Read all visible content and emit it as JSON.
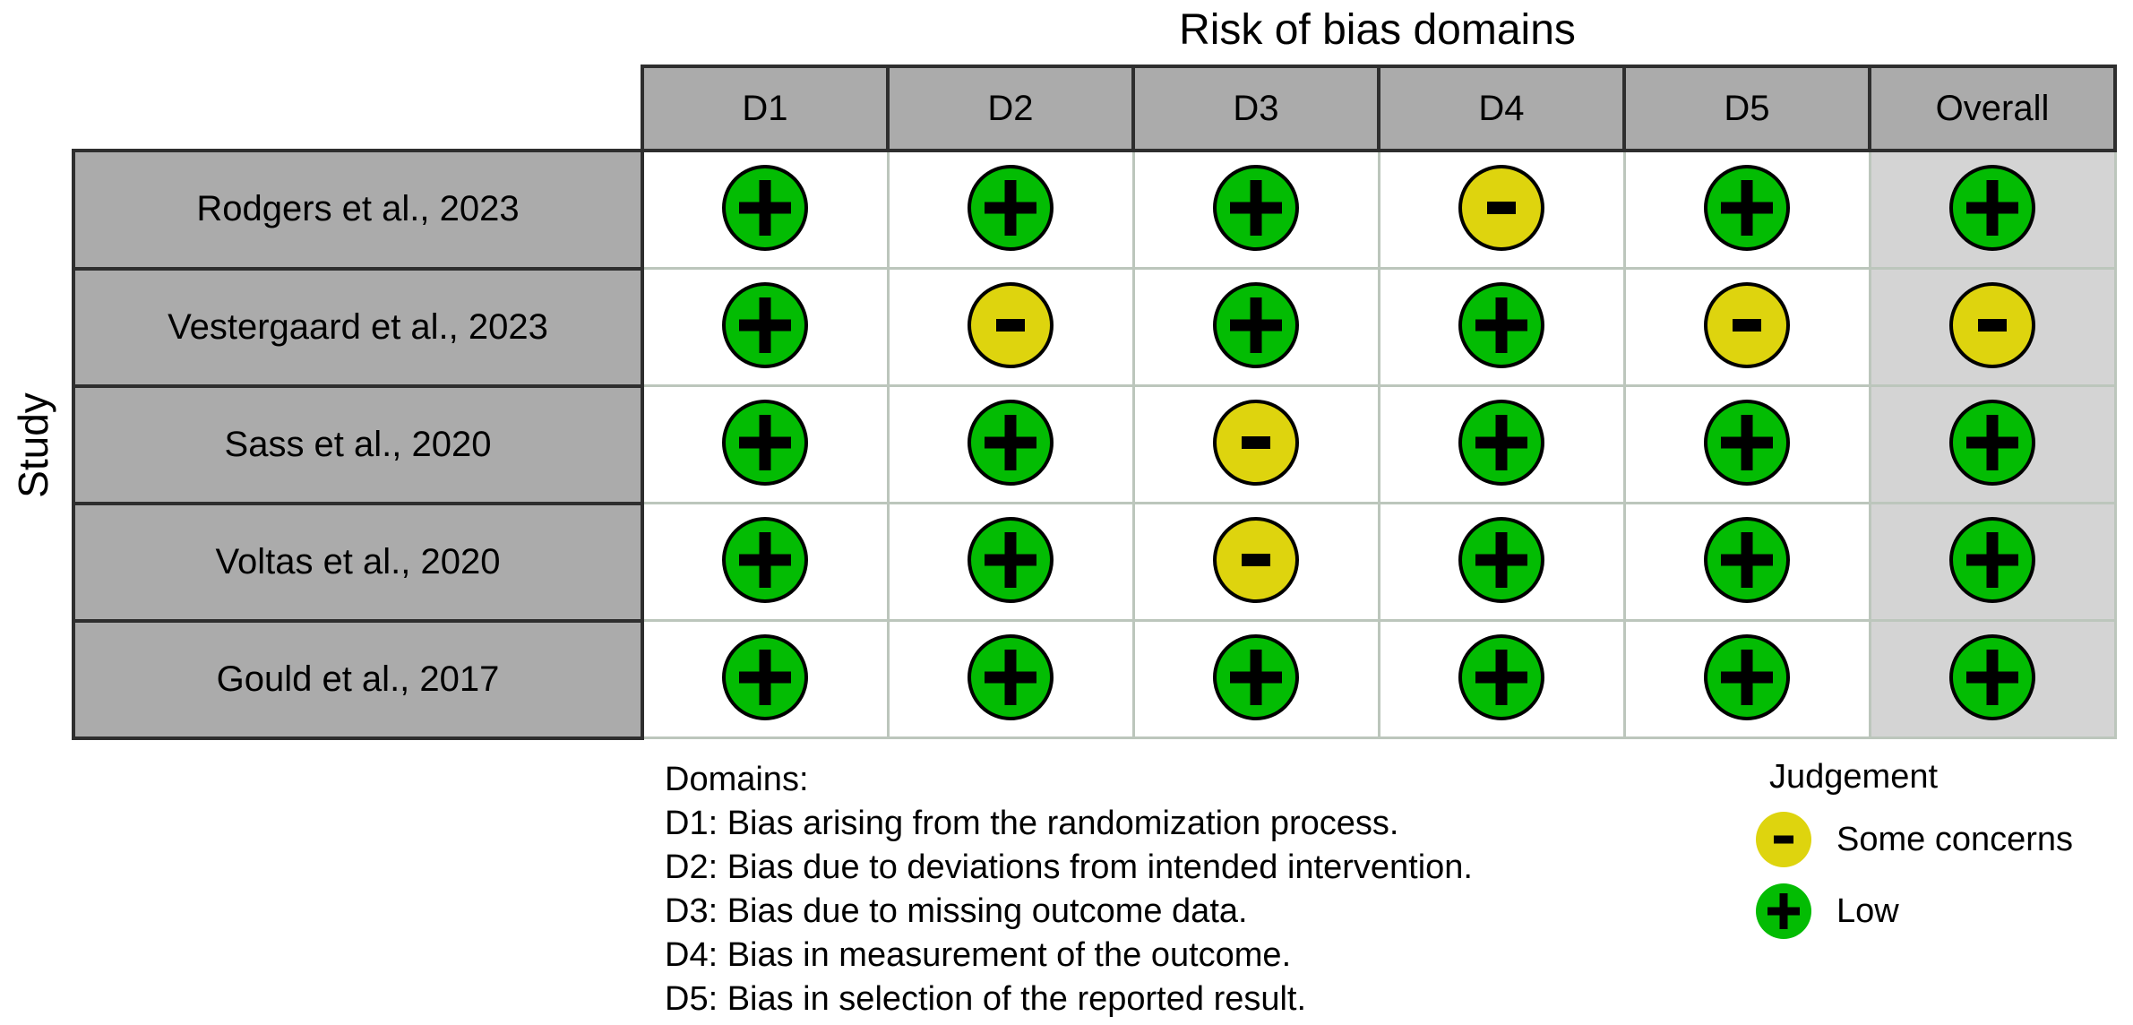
{
  "title": "Risk of bias domains",
  "y_axis_label": "Study",
  "chart_data": {
    "type": "table",
    "subtype": "risk-of-bias-traffic-light",
    "title": "Risk of bias domains",
    "ylabel": "Study",
    "columns": [
      "D1",
      "D2",
      "D3",
      "D4",
      "D5",
      "Overall"
    ],
    "rows": [
      {
        "study": "Rodgers et al., 2023",
        "judgements": [
          "low",
          "low",
          "low",
          "some_concerns",
          "low",
          "low"
        ]
      },
      {
        "study": "Vestergaard et al., 2023",
        "judgements": [
          "low",
          "some_concerns",
          "low",
          "low",
          "some_concerns",
          "some_concerns"
        ]
      },
      {
        "study": "Sass et al., 2020",
        "judgements": [
          "low",
          "low",
          "some_concerns",
          "low",
          "low",
          "low"
        ]
      },
      {
        "study": "Voltas et al., 2020",
        "judgements": [
          "low",
          "low",
          "some_concerns",
          "low",
          "low",
          "low"
        ]
      },
      {
        "study": "Gould et al., 2017",
        "judgements": [
          "low",
          "low",
          "low",
          "low",
          "low",
          "low"
        ]
      }
    ],
    "judgement_symbols": {
      "low": "+",
      "some_concerns": "-"
    },
    "judgement_labels": {
      "low": "Low",
      "some_concerns": "Some concerns"
    }
  },
  "footnote": {
    "heading": "Domains:",
    "lines": [
      "D1: Bias arising from the randomization process.",
      "D2: Bias due to deviations from intended intervention.",
      "D3: Bias due to missing outcome data.",
      "D4: Bias in measurement of the outcome.",
      "D5: Bias in selection of the reported result."
    ]
  },
  "legend": {
    "title": "Judgement",
    "items": [
      {
        "judgement": "some_concerns",
        "symbol": "-",
        "label": "Some concerns",
        "color": "#ded40e"
      },
      {
        "judgement": "low",
        "symbol": "+",
        "label": "Low",
        "color": "#03bc03"
      }
    ]
  },
  "colors": {
    "low": "#03bc03",
    "some_concerns": "#ded40e",
    "header_bg": "#ababab",
    "overall_col_bg": "#d4d4d4",
    "grid_line": "#bcc6bc",
    "dark_border": "#2e2e2e"
  }
}
